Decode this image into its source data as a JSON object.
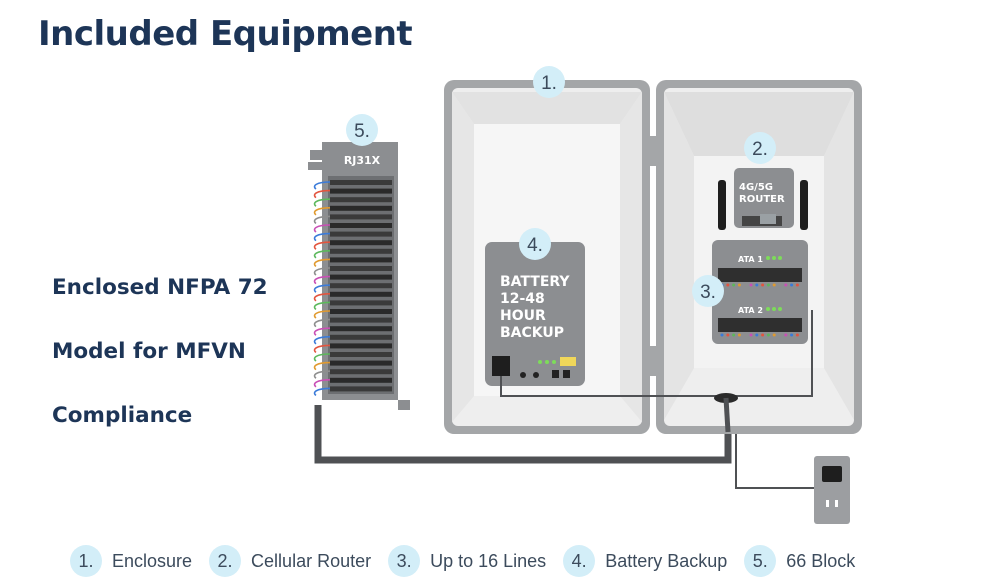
{
  "title": "Included Equipment",
  "subtitle": [
    "Enclosed NFPA 72",
    "Model  for MFVN",
    "Compliance"
  ],
  "callouts": {
    "enclosure": "1.",
    "router": "2.",
    "lines": "3.",
    "battery": "4.",
    "block": "5."
  },
  "labels": {
    "block": "RJ31X",
    "router": [
      "4G/5G",
      "ROUTER"
    ],
    "ata1": "ATA 1",
    "ata2": "ATA 2",
    "battery": [
      "BATTERY",
      "12-48",
      "HOUR",
      "BACKUP"
    ]
  },
  "legend": [
    {
      "num": "1.",
      "label": "Enclosure"
    },
    {
      "num": "2.",
      "label": "Cellular Router"
    },
    {
      "num": "3.",
      "label": "Up to 16 Lines"
    },
    {
      "num": "4.",
      "label": "Battery Backup"
    },
    {
      "num": "5.",
      "label": "66 Block"
    }
  ],
  "colors": {
    "navy": "#1d3557",
    "enclosure_frame": "#a4a6a8",
    "enclosure_inner": "#eeeeee",
    "device": "#8c8e91",
    "callout_bg": "#d3eef8",
    "cable": "#4f5154"
  }
}
